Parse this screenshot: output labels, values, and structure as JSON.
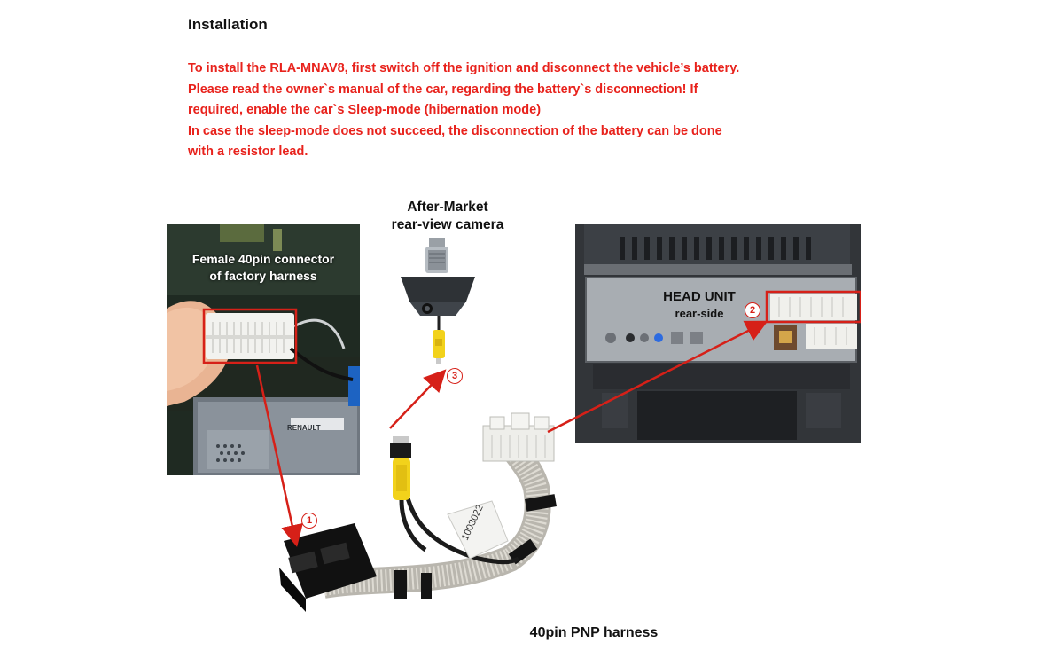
{
  "heading": "Installation",
  "warning_lines": [
    "To install the RLA-MNAV8, first switch off the ignition and disconnect the vehicle’s battery.",
    "Please read the owner`s manual of the car, regarding the battery`s disconnection! If",
    "required, enable the car`s Sleep-mode (hibernation mode)",
    "In case the sleep-mode does not succeed, the disconnection of the battery can be done",
    "with a resistor lead."
  ],
  "left_photo": {
    "caption_line1": "Female 40pin connector",
    "caption_line2": "of factory harness",
    "brand_text": "RENAULT"
  },
  "camera": {
    "title_line1": "After-Market",
    "title_line2": "rear-view camera"
  },
  "head_unit": {
    "title": "HEAD UNIT",
    "subtitle": "rear-side"
  },
  "harness": {
    "label": "40pin PNP harness",
    "tag_text": "1003022"
  },
  "badges": [
    "1",
    "2",
    "3"
  ],
  "colors": {
    "warning_red": "#e8221c",
    "marker_red": "#d62018",
    "camera_plug_yellow": "#f2d21b"
  }
}
